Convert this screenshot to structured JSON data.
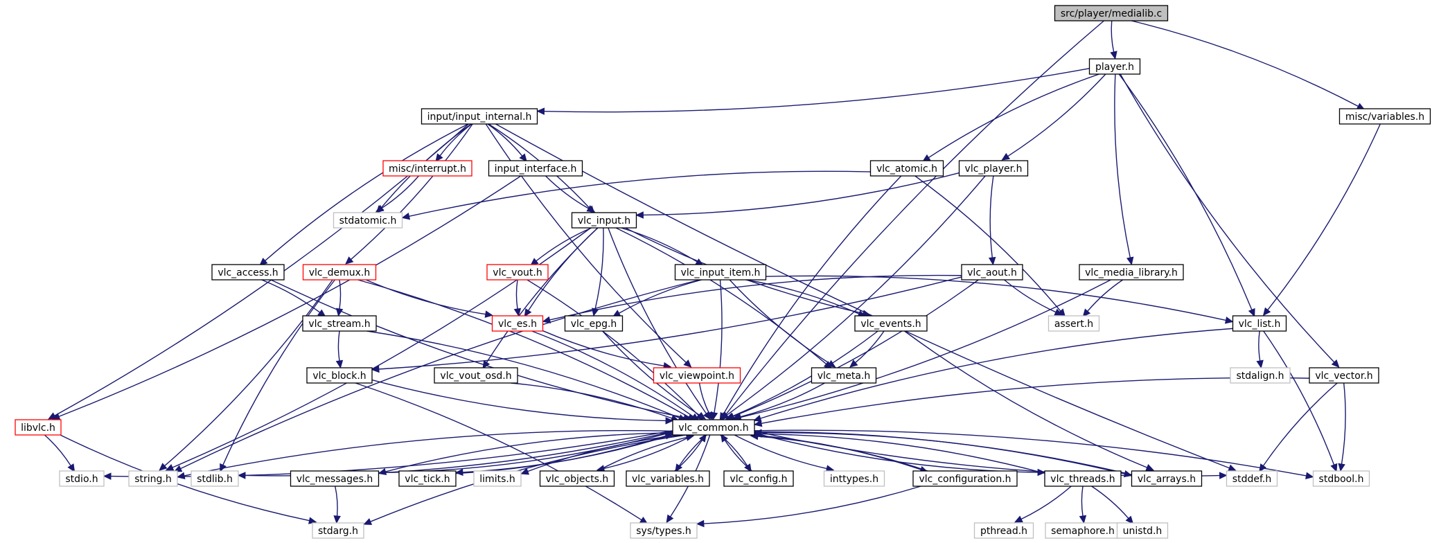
{
  "graph": {
    "nodes": [
      {
        "id": "medialib",
        "label": "src/player/medialib.c",
        "kind": "root"
      },
      {
        "id": "player_h",
        "label": "player.h",
        "kind": "normal"
      },
      {
        "id": "misc_variables",
        "label": "misc/variables.h",
        "kind": "normal"
      },
      {
        "id": "input_internal",
        "label": "input/input_internal.h",
        "kind": "normal"
      },
      {
        "id": "misc_interrupt",
        "label": "misc/interrupt.h",
        "kind": "red"
      },
      {
        "id": "input_interface",
        "label": "input_interface.h",
        "kind": "normal"
      },
      {
        "id": "vlc_atomic",
        "label": "vlc_atomic.h",
        "kind": "normal"
      },
      {
        "id": "vlc_player",
        "label": "vlc_player.h",
        "kind": "normal"
      },
      {
        "id": "stdatomic",
        "label": "stdatomic.h",
        "kind": "gray"
      },
      {
        "id": "vlc_input",
        "label": "vlc_input.h",
        "kind": "normal"
      },
      {
        "id": "vlc_access",
        "label": "vlc_access.h",
        "kind": "normal"
      },
      {
        "id": "vlc_demux",
        "label": "vlc_demux.h",
        "kind": "red"
      },
      {
        "id": "vlc_vout",
        "label": "vlc_vout.h",
        "kind": "red"
      },
      {
        "id": "vlc_input_item",
        "label": "vlc_input_item.h",
        "kind": "normal"
      },
      {
        "id": "vlc_aout",
        "label": "vlc_aout.h",
        "kind": "normal"
      },
      {
        "id": "vlc_media_library",
        "label": "vlc_media_library.h",
        "kind": "normal"
      },
      {
        "id": "vlc_stream",
        "label": "vlc_stream.h",
        "kind": "normal"
      },
      {
        "id": "vlc_es",
        "label": "vlc_es.h",
        "kind": "red"
      },
      {
        "id": "vlc_epg",
        "label": "vlc_epg.h",
        "kind": "normal"
      },
      {
        "id": "vlc_events",
        "label": "vlc_events.h",
        "kind": "normal"
      },
      {
        "id": "assert",
        "label": "assert.h",
        "kind": "gray"
      },
      {
        "id": "vlc_list",
        "label": "vlc_list.h",
        "kind": "normal"
      },
      {
        "id": "vlc_block",
        "label": "vlc_block.h",
        "kind": "normal"
      },
      {
        "id": "vlc_vout_osd",
        "label": "vlc_vout_osd.h",
        "kind": "normal"
      },
      {
        "id": "vlc_viewpoint",
        "label": "vlc_viewpoint.h",
        "kind": "red"
      },
      {
        "id": "vlc_meta",
        "label": "vlc_meta.h",
        "kind": "normal"
      },
      {
        "id": "stdalign",
        "label": "stdalign.h",
        "kind": "gray"
      },
      {
        "id": "vlc_vector",
        "label": "vlc_vector.h",
        "kind": "normal"
      },
      {
        "id": "libvlc",
        "label": "libvlc.h",
        "kind": "red"
      },
      {
        "id": "vlc_common",
        "label": "vlc_common.h",
        "kind": "normal"
      },
      {
        "id": "stdio",
        "label": "stdio.h",
        "kind": "gray"
      },
      {
        "id": "string",
        "label": "string.h",
        "kind": "gray"
      },
      {
        "id": "stdlib",
        "label": "stdlib.h",
        "kind": "gray"
      },
      {
        "id": "vlc_messages",
        "label": "vlc_messages.h",
        "kind": "normal"
      },
      {
        "id": "vlc_tick",
        "label": "vlc_tick.h",
        "kind": "normal"
      },
      {
        "id": "limits",
        "label": "limits.h",
        "kind": "gray"
      },
      {
        "id": "vlc_objects",
        "label": "vlc_objects.h",
        "kind": "normal"
      },
      {
        "id": "vlc_variables",
        "label": "vlc_variables.h",
        "kind": "normal"
      },
      {
        "id": "vlc_config",
        "label": "vlc_config.h",
        "kind": "normal"
      },
      {
        "id": "inttypes",
        "label": "inttypes.h",
        "kind": "gray"
      },
      {
        "id": "vlc_configuration",
        "label": "vlc_configuration.h",
        "kind": "normal"
      },
      {
        "id": "vlc_threads",
        "label": "vlc_threads.h",
        "kind": "normal"
      },
      {
        "id": "vlc_arrays",
        "label": "vlc_arrays.h",
        "kind": "normal"
      },
      {
        "id": "stddef",
        "label": "stddef.h",
        "kind": "gray"
      },
      {
        "id": "stdbool",
        "label": "stdbool.h",
        "kind": "gray"
      },
      {
        "id": "stdarg",
        "label": "stdarg.h",
        "kind": "gray"
      },
      {
        "id": "sys_types",
        "label": "sys/types.h",
        "kind": "gray"
      },
      {
        "id": "pthread",
        "label": "pthread.h",
        "kind": "gray"
      },
      {
        "id": "semaphore",
        "label": "semaphore.h",
        "kind": "gray"
      },
      {
        "id": "unistd",
        "label": "unistd.h",
        "kind": "gray"
      }
    ],
    "edges": [
      [
        "medialib",
        "player_h"
      ],
      [
        "medialib",
        "misc_variables"
      ],
      [
        "medialib",
        "vlc_common"
      ],
      [
        "player_h",
        "input_internal"
      ],
      [
        "player_h",
        "vlc_atomic"
      ],
      [
        "player_h",
        "vlc_player"
      ],
      [
        "player_h",
        "vlc_media_library"
      ],
      [
        "player_h",
        "vlc_list"
      ],
      [
        "player_h",
        "vlc_vector"
      ],
      [
        "misc_variables",
        "vlc_list"
      ],
      [
        "input_internal",
        "misc_interrupt"
      ],
      [
        "input_internal",
        "input_interface"
      ],
      [
        "input_internal",
        "stdatomic"
      ],
      [
        "input_internal",
        "vlc_input"
      ],
      [
        "input_internal",
        "vlc_access"
      ],
      [
        "input_internal",
        "vlc_demux"
      ],
      [
        "input_internal",
        "vlc_viewpoint"
      ],
      [
        "input_internal",
        "libvlc"
      ],
      [
        "input_internal",
        "stddef"
      ],
      [
        "misc_interrupt",
        "stdatomic"
      ],
      [
        "input_interface",
        "vlc_input"
      ],
      [
        "input_interface",
        "libvlc"
      ],
      [
        "vlc_atomic",
        "stdatomic"
      ],
      [
        "vlc_atomic",
        "assert"
      ],
      [
        "vlc_atomic",
        "vlc_common"
      ],
      [
        "vlc_player",
        "vlc_input"
      ],
      [
        "vlc_player",
        "vlc_aout"
      ],
      [
        "vlc_player",
        "vlc_common"
      ],
      [
        "vlc_input",
        "vlc_vout"
      ],
      [
        "vlc_input",
        "vlc_input_item"
      ],
      [
        "vlc_input",
        "vlc_es"
      ],
      [
        "vlc_input",
        "vlc_epg"
      ],
      [
        "vlc_input",
        "vlc_events"
      ],
      [
        "vlc_input",
        "vlc_meta"
      ],
      [
        "vlc_input",
        "vlc_vout_osd"
      ],
      [
        "vlc_input",
        "string"
      ],
      [
        "vlc_input",
        "vlc_common"
      ],
      [
        "vlc_access",
        "vlc_stream"
      ],
      [
        "vlc_access",
        "vlc_common"
      ],
      [
        "vlc_demux",
        "vlc_stream"
      ],
      [
        "vlc_demux",
        "vlc_es"
      ],
      [
        "vlc_demux",
        "string"
      ],
      [
        "vlc_demux",
        "stdlib"
      ],
      [
        "vlc_demux",
        "vlc_common"
      ],
      [
        "vlc_vout",
        "vlc_es"
      ],
      [
        "vlc_vout",
        "vlc_common"
      ],
      [
        "vlc_input_item",
        "vlc_epg"
      ],
      [
        "vlc_input_item",
        "vlc_events"
      ],
      [
        "vlc_input_item",
        "vlc_meta"
      ],
      [
        "vlc_input_item",
        "vlc_list"
      ],
      [
        "vlc_input_item",
        "string"
      ],
      [
        "vlc_input_item",
        "vlc_common"
      ],
      [
        "vlc_aout",
        "vlc_es"
      ],
      [
        "vlc_aout",
        "vlc_block"
      ],
      [
        "vlc_aout",
        "assert"
      ],
      [
        "vlc_aout",
        "vlc_common"
      ],
      [
        "vlc_media_library",
        "assert"
      ],
      [
        "vlc_media_library",
        "vlc_common"
      ],
      [
        "vlc_stream",
        "vlc_block"
      ],
      [
        "vlc_stream",
        "vlc_common"
      ],
      [
        "vlc_es",
        "vlc_viewpoint"
      ],
      [
        "vlc_es",
        "vlc_common"
      ],
      [
        "vlc_epg",
        "vlc_common"
      ],
      [
        "vlc_events",
        "vlc_meta"
      ],
      [
        "vlc_events",
        "vlc_arrays"
      ],
      [
        "vlc_events",
        "vlc_common"
      ],
      [
        "vlc_list",
        "stdalign"
      ],
      [
        "vlc_list",
        "stdbool"
      ],
      [
        "vlc_list",
        "vlc_common"
      ],
      [
        "vlc_block",
        "sys_types"
      ],
      [
        "vlc_block",
        "vlc_common"
      ],
      [
        "vlc_vout_osd",
        "vlc_common"
      ],
      [
        "vlc_viewpoint",
        "vlc_common"
      ],
      [
        "vlc_meta",
        "vlc_common"
      ],
      [
        "vlc_vector",
        "stddef"
      ],
      [
        "vlc_vector",
        "stdbool"
      ],
      [
        "vlc_vector",
        "vlc_common"
      ],
      [
        "libvlc",
        "stdio"
      ],
      [
        "libvlc",
        "stdarg"
      ],
      [
        "vlc_common",
        "stdio"
      ],
      [
        "vlc_common",
        "string"
      ],
      [
        "vlc_common",
        "stdlib"
      ],
      [
        "vlc_common",
        "vlc_messages"
      ],
      [
        "vlc_common",
        "vlc_tick"
      ],
      [
        "vlc_common",
        "limits"
      ],
      [
        "vlc_common",
        "vlc_objects"
      ],
      [
        "vlc_common",
        "vlc_variables"
      ],
      [
        "vlc_common",
        "vlc_config"
      ],
      [
        "vlc_common",
        "inttypes"
      ],
      [
        "vlc_common",
        "vlc_configuration"
      ],
      [
        "vlc_common",
        "vlc_threads"
      ],
      [
        "vlc_common",
        "vlc_arrays"
      ],
      [
        "vlc_common",
        "stddef"
      ],
      [
        "vlc_common",
        "stdbool"
      ],
      [
        "vlc_common",
        "stdarg"
      ],
      [
        "vlc_common",
        "sys_types"
      ],
      [
        "vlc_messages",
        "vlc_common"
      ],
      [
        "vlc_messages",
        "stdarg"
      ],
      [
        "vlc_tick",
        "vlc_common"
      ],
      [
        "vlc_objects",
        "vlc_common"
      ],
      [
        "vlc_variables",
        "vlc_common"
      ],
      [
        "vlc_config",
        "vlc_common"
      ],
      [
        "vlc_configuration",
        "vlc_common"
      ],
      [
        "vlc_configuration",
        "sys_types"
      ],
      [
        "vlc_threads",
        "vlc_common"
      ],
      [
        "vlc_threads",
        "pthread"
      ],
      [
        "vlc_threads",
        "semaphore"
      ],
      [
        "vlc_threads",
        "unistd"
      ],
      [
        "vlc_arrays",
        "vlc_common"
      ]
    ]
  },
  "colors": {
    "edge": "#191970",
    "normal_border": "#000000",
    "red_border": "#ff0000",
    "gray_border": "#bfbfbf",
    "root_fill": "#bfbfbf",
    "text": "#000000",
    "gray_text": "#000000"
  }
}
